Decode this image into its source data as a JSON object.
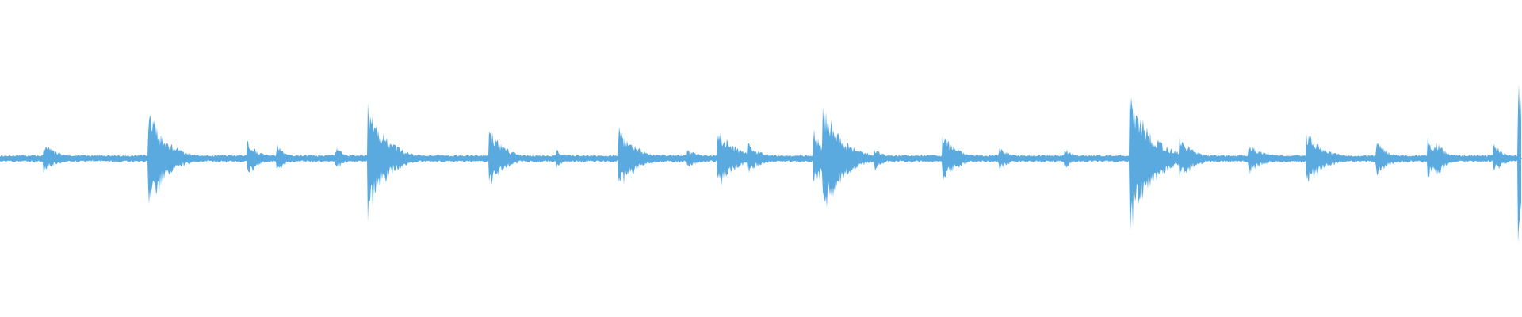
{
  "waveform": {
    "color": "#5aaae0",
    "background": "#ffffff",
    "baseline_amplitude": 0.006,
    "noise_amplitude": 0.012,
    "transients": [
      {
        "t": 0.029,
        "amp": 0.05,
        "decay": 0.01
      },
      {
        "t": 0.098,
        "amp": 0.17,
        "decay": 0.012
      },
      {
        "t": 0.163,
        "amp": 0.06,
        "decay": 0.008
      },
      {
        "t": 0.182,
        "amp": 0.05,
        "decay": 0.006
      },
      {
        "t": 0.221,
        "amp": 0.04,
        "decay": 0.006
      },
      {
        "t": 0.242,
        "amp": 0.19,
        "decay": 0.012
      },
      {
        "t": 0.262,
        "amp": 0.04,
        "decay": 0.006
      },
      {
        "t": 0.322,
        "amp": 0.1,
        "decay": 0.01
      },
      {
        "t": 0.366,
        "amp": 0.03,
        "decay": 0.006
      },
      {
        "t": 0.407,
        "amp": 0.1,
        "decay": 0.012
      },
      {
        "t": 0.452,
        "amp": 0.03,
        "decay": 0.012
      },
      {
        "t": 0.472,
        "amp": 0.1,
        "decay": 0.012
      },
      {
        "t": 0.492,
        "amp": 0.05,
        "decay": 0.01
      },
      {
        "t": 0.535,
        "amp": 0.1,
        "decay": 0.008
      },
      {
        "t": 0.541,
        "amp": 0.2,
        "decay": 0.012
      },
      {
        "t": 0.575,
        "amp": 0.04,
        "decay": 0.006
      },
      {
        "t": 0.62,
        "amp": 0.08,
        "decay": 0.01
      },
      {
        "t": 0.657,
        "amp": 0.04,
        "decay": 0.008
      },
      {
        "t": 0.7,
        "amp": 0.04,
        "decay": 0.006
      },
      {
        "t": 0.743,
        "amp": 0.23,
        "decay": 0.014
      },
      {
        "t": 0.776,
        "amp": 0.07,
        "decay": 0.01
      },
      {
        "t": 0.821,
        "amp": 0.05,
        "decay": 0.012
      },
      {
        "t": 0.859,
        "amp": 0.09,
        "decay": 0.012
      },
      {
        "t": 0.905,
        "amp": 0.06,
        "decay": 0.008
      },
      {
        "t": 0.939,
        "amp": 0.07,
        "decay": 0.008
      },
      {
        "t": 0.944,
        "amp": 0.06,
        "decay": 0.008
      },
      {
        "t": 0.982,
        "amp": 0.05,
        "decay": 0.008
      },
      {
        "t": 0.998,
        "amp": 0.27,
        "decay": 0.006
      }
    ]
  }
}
